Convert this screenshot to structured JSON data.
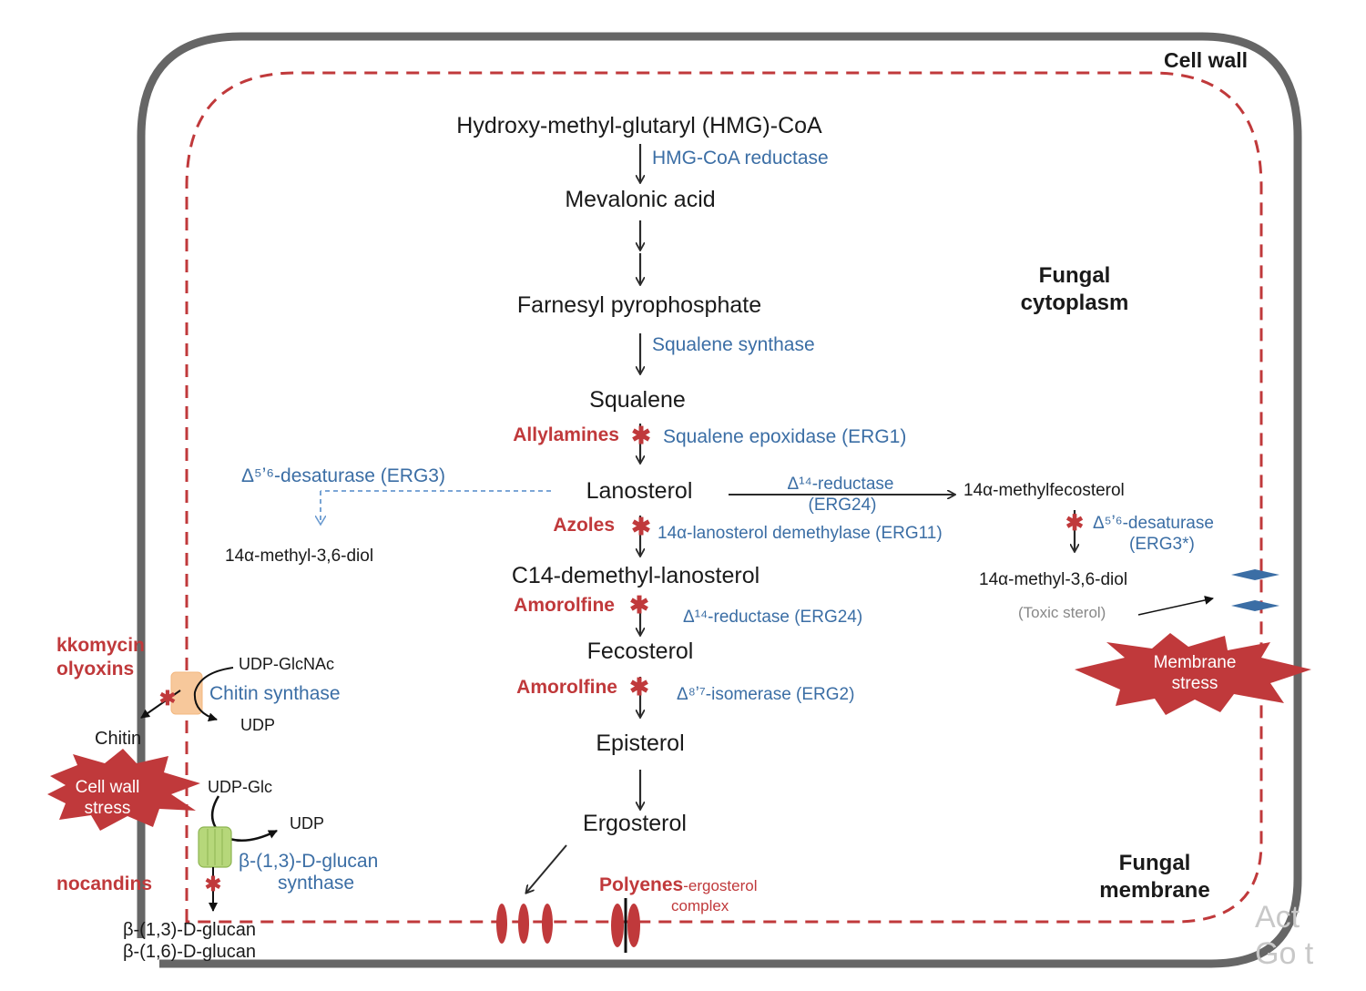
{
  "labels": {
    "cell_wall": "Cell wall",
    "cytoplasm_1": "Fungal",
    "cytoplasm_2": "cytoplasm",
    "membrane_1": "Fungal",
    "membrane_2": "membrane"
  },
  "pathway": {
    "hmg_coa": "Hydroxy-methyl-glutaryl (HMG)-CoA",
    "hmg_coa_reductase": "HMG-CoA reductase",
    "mevalonic_acid": "Mevalonic acid",
    "farnesyl_pp": "Farnesyl pyrophosphate",
    "squalene_synthase": "Squalene synthase",
    "squalene": "Squalene",
    "allylamines": "Allylamines",
    "squalene_epoxidase": "Squalene epoxidase (ERG1)",
    "lanosterol": "Lanosterol",
    "azoles": "Azoles",
    "lanosterol_demethylase": "14α-lanosterol demethylase (ERG11)",
    "c14_demethyl": "C14-demethyl-lanosterol",
    "amorolfine_1": "Amorolfine",
    "reductase_erg24": "Δ¹⁴-reductase (ERG24)",
    "fecosterol": "Fecosterol",
    "amorolfine_2": "Amorolfine",
    "isomerase_erg2": "Δ⁸ʼ⁷-isomerase (ERG2)",
    "episterol": "Episterol",
    "ergosterol": "Ergosterol"
  },
  "side_left": {
    "desaturase_erg3": "Δ⁵ʼ⁶-desaturase (ERG3)",
    "diol": "14α-methyl-3,6-diol"
  },
  "side_right": {
    "reductase_1": "Δ¹⁴-reductase",
    "reductase_2": "(ERG24)",
    "methylfecosterol": "14α-methylfecosterol",
    "desaturase_1": "Δ⁵ʼ⁶-desaturase",
    "desaturase_2": "(ERG3*)",
    "diol": "14α-methyl-3,6-diol",
    "toxic": "(Toxic sterol)",
    "membrane_stress_1": "Membrane",
    "membrane_stress_2": "stress"
  },
  "cell_wall_synthesis": {
    "nikkomycin": "kkomycin",
    "polyoxins": "olyoxins",
    "udp_glcnac": "UDP-GlcNAc",
    "chitin_synthase": "Chitin synthase",
    "udp_1": "UDP",
    "chitin": "Chitin",
    "cell_wall_stress_1": "Cell wall",
    "cell_wall_stress_2": "stress",
    "udp_glc": "UDP-Glc",
    "udp_2": "UDP",
    "glucan_synthase_1": "β-(1,3)-D-glucan",
    "glucan_synthase_2": "synthase",
    "echinocandins": "nocandins",
    "glucan_13": "β-(1,3)-D-glucan",
    "glucan_16": "β-(1,6)-D-glucan"
  },
  "membrane_complex": {
    "polyenes": "Polyenes",
    "ergosterol_suffix": "-ergosterol",
    "complex": "complex"
  },
  "watermark": {
    "line_1": "Act",
    "line_2": "Go t"
  }
}
